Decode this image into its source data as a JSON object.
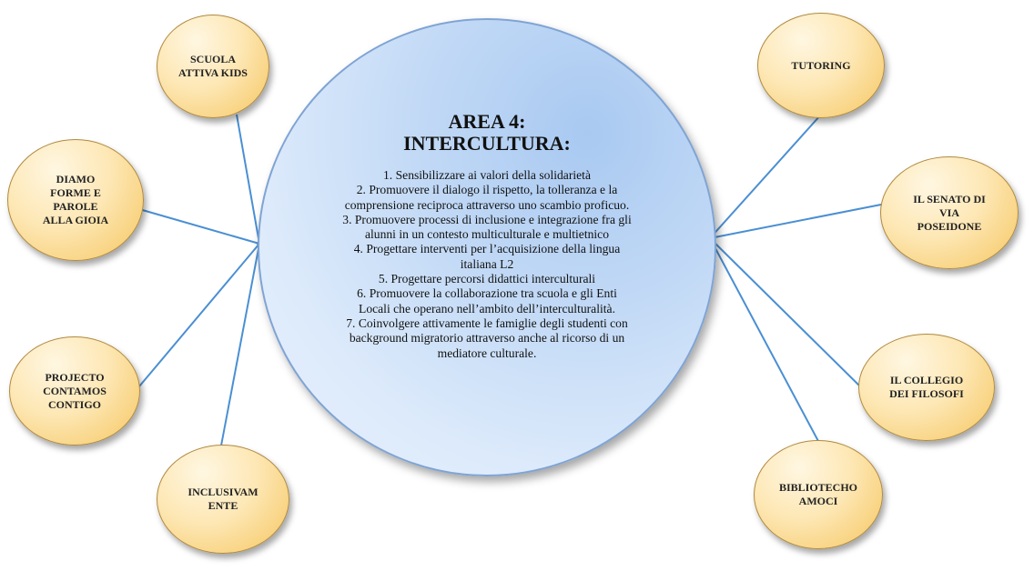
{
  "center": {
    "title": [
      "AREA 4:",
      "INTERCULTURA:"
    ],
    "lines": [
      "1. Sensibilizzare ai valori della solidarietà",
      "2. Promuovere il dialogo il rispetto, la tolleranza e la",
      "comprensione reciproca attraverso uno scambio proficuo.",
      "3. Promuovere processi di inclusione e integrazione fra gli",
      "alunni in un contesto multiculturale e multietnico",
      "4. Progettare interventi per l’acquisizione della lingua",
      "italiana L2",
      "5. Progettare percorsi didattici interculturali",
      "6. Promuovere la collaborazione tra scuola e gli Enti",
      "Locali che operano nell’ambito dell’interculturalità.",
      "7. Coinvolgere attivamente le famiglie degli studenti con",
      "background migratorio attraverso anche al ricorso di un",
      "mediatore culturale."
    ]
  },
  "nodes": [
    {
      "id": "scuola-attiva-kids",
      "lines": [
        "SCUOLA",
        "ATTIVA KIDS"
      ]
    },
    {
      "id": "diamo-forme",
      "lines": [
        "DIAMO",
        "FORME E",
        "PAROLE",
        "ALLA GIOIA"
      ]
    },
    {
      "id": "projecto-contamos-contigo",
      "lines": [
        "PROJECTO",
        "CONTAMOS",
        "CONTIGO"
      ]
    },
    {
      "id": "inclusivamente",
      "lines": [
        "INCLUSIVAM",
        "ENTE"
      ]
    },
    {
      "id": "tutoring",
      "lines": [
        "TUTORING"
      ]
    },
    {
      "id": "senato-via-poseidone",
      "lines": [
        "IL SENATO DI",
        "VIA",
        "POSEIDONE"
      ]
    },
    {
      "id": "collegio-filosofi",
      "lines": [
        "IL COLLEGIO",
        "DEI FILOSOFI"
      ]
    },
    {
      "id": "bibliotecho-amoci",
      "lines": [
        "BIBLIOTECHO",
        "AMOCI"
      ]
    }
  ],
  "colors": {
    "connector": "#4a8fd3",
    "center_fill": "#c3daf6",
    "node_fill": "#fde7b4"
  }
}
